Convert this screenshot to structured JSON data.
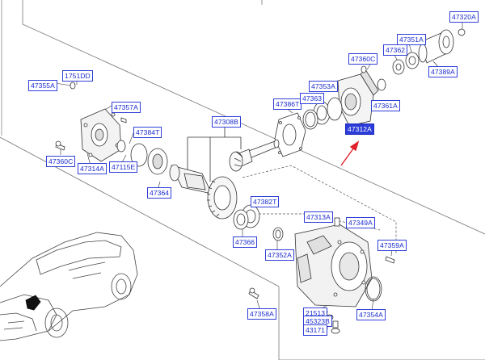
{
  "diagram": {
    "accent_color": "#2b3cd8",
    "arrow_color": "#e0202a",
    "highlighted_part": "47312A",
    "parts": [
      "47320A",
      "47351A",
      "47362",
      "47389A",
      "47360C",
      "47355A",
      "1751DD",
      "47357A",
      "47386T",
      "47363",
      "47353A",
      "47361A",
      "47312A",
      "47384T",
      "47308B",
      "47360C",
      "47314A",
      "47115E",
      "47364",
      "47382T",
      "47313A",
      "47349A",
      "47366",
      "47352A",
      "47359A",
      "47358A",
      "21513",
      "45323B",
      "47354A",
      "43171"
    ]
  }
}
